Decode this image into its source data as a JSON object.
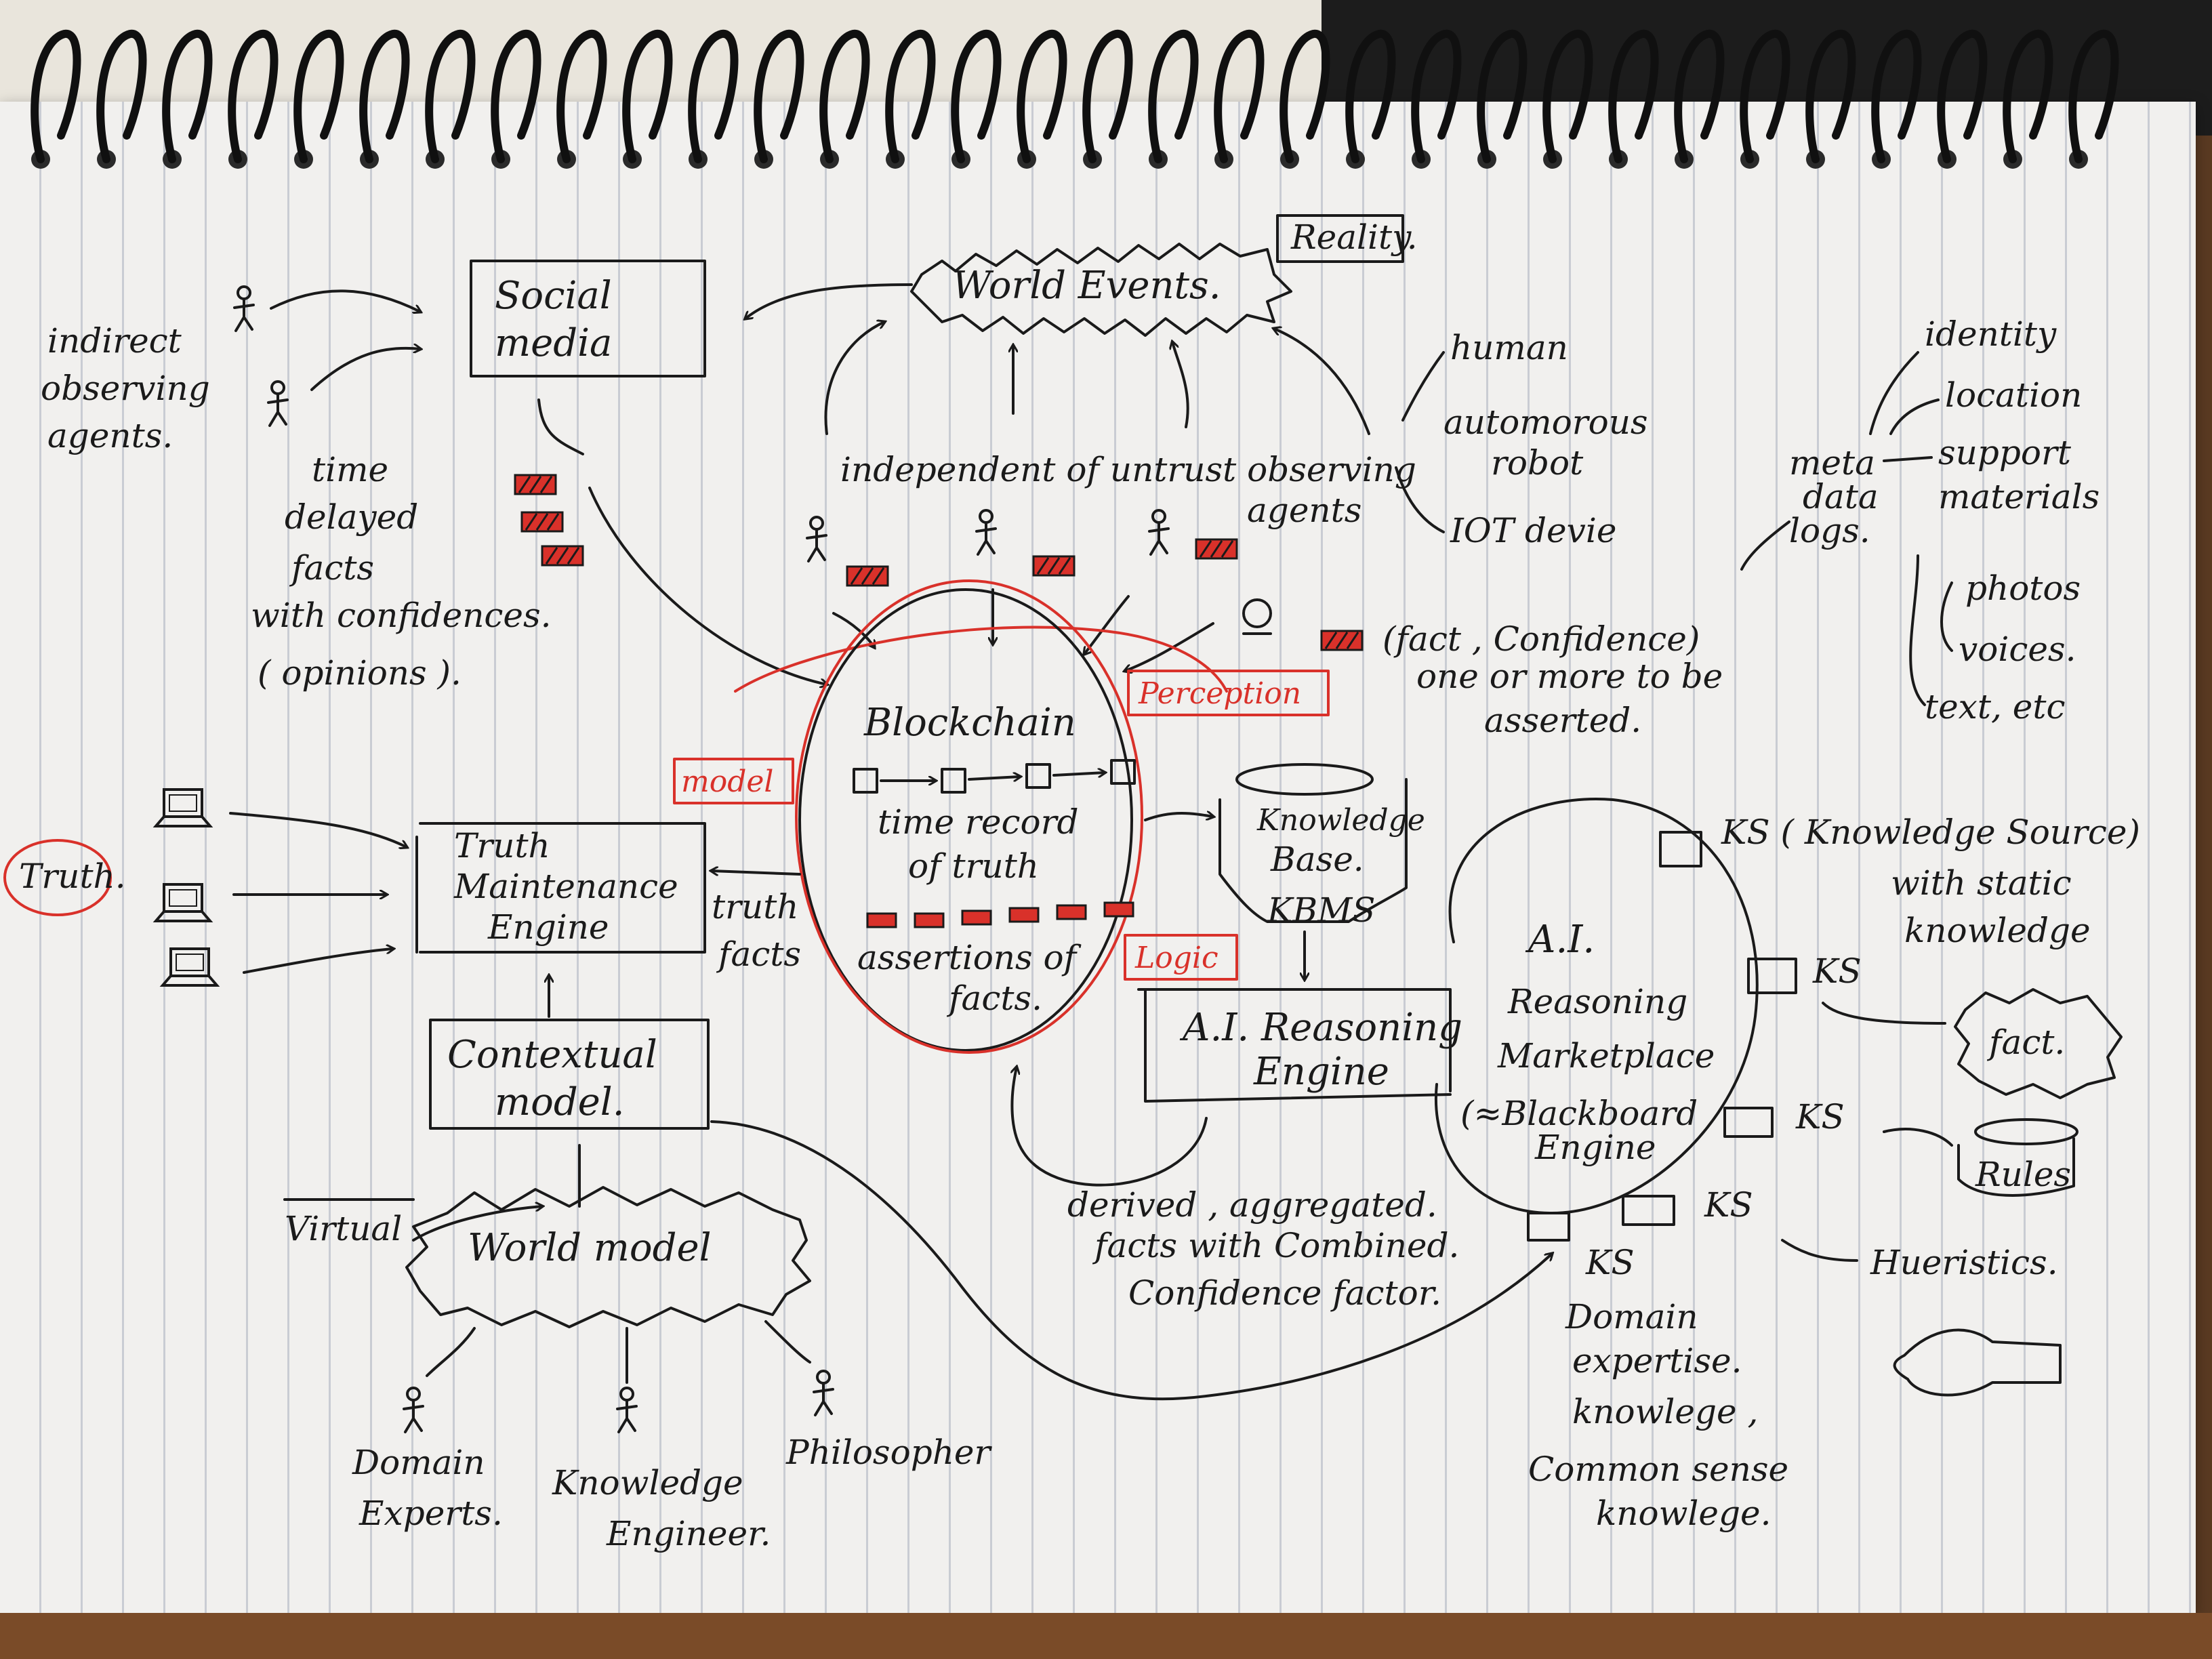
{
  "labels": {
    "reality": "Reality.",
    "world_events": "World Events.",
    "social_media": [
      "Social",
      "media"
    ],
    "indirect_agents": [
      "indirect",
      "observing",
      "agents."
    ],
    "time_delayed": [
      "time",
      "delayed",
      "facts",
      "with confidences.",
      "( opinions )."
    ],
    "independent_agents": [
      "independent of untrust observing",
      "agents"
    ],
    "agent_types": [
      "human",
      "automorous",
      "robot",
      "IOT devie"
    ],
    "meta_data": [
      "meta",
      "data",
      "logs."
    ],
    "meta_items": [
      "identity",
      "location",
      "support",
      "materials",
      "photos",
      "voices.",
      "text, etc"
    ],
    "fact_confidence": [
      "(fact , Confidence)",
      "one or more to be",
      "asserted."
    ],
    "blockchain": [
      "Blockchain",
      "time record",
      "of truth",
      "assertions of",
      "facts."
    ],
    "tags": {
      "model": "model",
      "perception": "Perception",
      "logic": "Logic"
    },
    "truth": "Truth.",
    "tme": [
      "Truth",
      "Maintenance",
      "Engine"
    ],
    "truth_facts": [
      "truth",
      "facts"
    ],
    "contextual_model": [
      "Contextual",
      "model."
    ],
    "kb": [
      "Knowledge",
      "Base.",
      "KBMS"
    ],
    "reasoning_engine": [
      "A.I. Reasoning",
      "Engine"
    ],
    "marketplace": [
      "A.I.",
      "Reasoning",
      "Marketplace",
      "(≈Blackboard",
      "Engine"
    ],
    "ks_source": [
      "KS ( Knowledge Source)",
      "with static",
      "knowledge"
    ],
    "ks": "KS",
    "fact_cloud": "fact.",
    "rules": "Rules",
    "heuristics": "Hueristics.",
    "derived": [
      "derived , aggregated.",
      "facts with Combined.",
      "Confidence factor."
    ],
    "domain_expertise": [
      "Domain",
      "expertise.",
      "knowlege ,",
      "Common sense",
      "knowlege."
    ],
    "virtual": "Virtual",
    "world_model": "World model",
    "domain_experts": [
      "Domain",
      "Experts."
    ],
    "knowledge_engineer": [
      "Knowledge",
      "Engineer."
    ],
    "philosopher": "Philosopher"
  }
}
